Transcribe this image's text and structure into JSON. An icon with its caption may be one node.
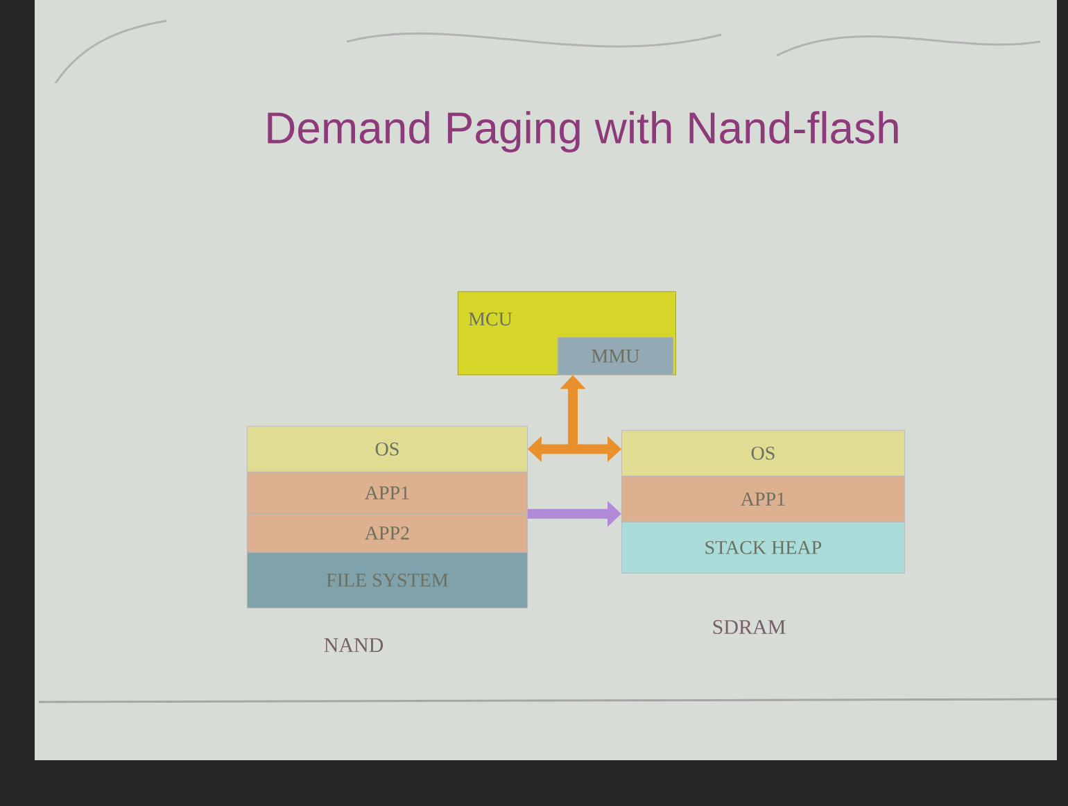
{
  "diagram": {
    "title": "Demand Paging with Nand-flash",
    "nodes": [
      {
        "text": [
          "MCU"
        ]
      },
      {
        "text": [
          "MMU"
        ],
        "in": 0
      },
      {
        "text": [
          "OS"
        ]
      },
      {
        "text": [
          "APP1"
        ]
      },
      {
        "text": [
          "APP2"
        ]
      },
      {
        "text": [
          "FILE SYSTEM"
        ]
      },
      {
        "text": [
          "OS"
        ]
      },
      {
        "text": [
          "APP1"
        ]
      },
      {
        "text": [
          "STACK HEAP"
        ]
      }
    ],
    "edges": [
      {
        "from": 2,
        "to": 6,
        "arrow": "both",
        "color": "#e8902c"
      },
      {
        "from": null,
        "to": 0,
        "arrow": "to",
        "color": "#e8902c"
      },
      {
        "from": 3,
        "to": 7,
        "arrow": "to",
        "color": "#b08ad8"
      }
    ],
    "labels": [
      "NAND",
      "SDRAM"
    ]
  }
}
